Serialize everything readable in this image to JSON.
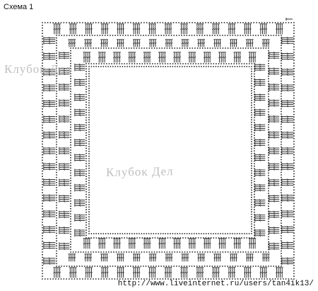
{
  "title": "Схема 1",
  "watermark": "Клубок Дел",
  "footer_url": "http://www.liveinternet.ru/users/tan4ik13/",
  "colors": {
    "ink": "#1a1a1a",
    "watermark": "#b9b9b9",
    "background": "#ffffff"
  },
  "diagram": {
    "type": "crochet-chart",
    "shape": "square-frame",
    "rounds": 3,
    "symbols": [
      "chain-stitch-dot",
      "double-crochet-post"
    ]
  }
}
